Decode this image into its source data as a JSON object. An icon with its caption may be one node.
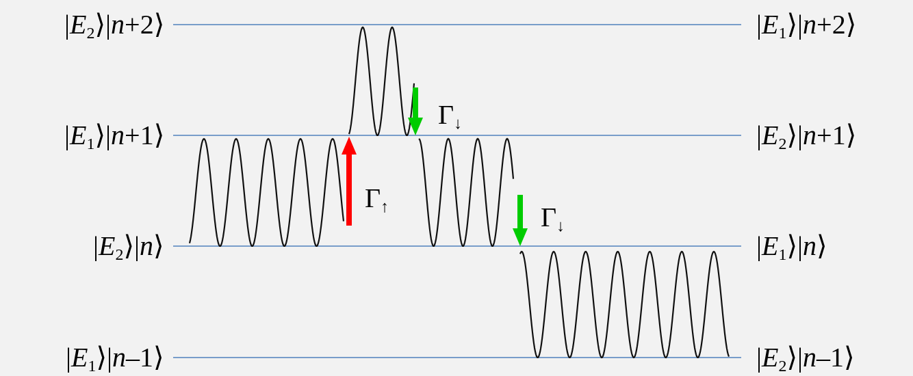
{
  "diagram": {
    "labels": [
      "|*E*$_{2}$⟩|*n*+2⟩",
      "|*E*$_{1}$⟩|*n*+2⟩",
      "Γ$_{↓}$",
      "|*E*$_{1}$⟩|*n*+1⟩",
      "|*E*$_{2}$⟩|*n*+1⟩",
      "Γ$_{↑}$",
      "Γ$_{↓}$",
      "|*E*$_{2}$⟩|*n*⟩",
      "|*E*$_{1}$⟩|*n*⟩",
      "|*E*$_{1}$⟩|*n*–1⟩",
      "|*E*$_{2}$⟩|*n*–1⟩"
    ]
  }
}
